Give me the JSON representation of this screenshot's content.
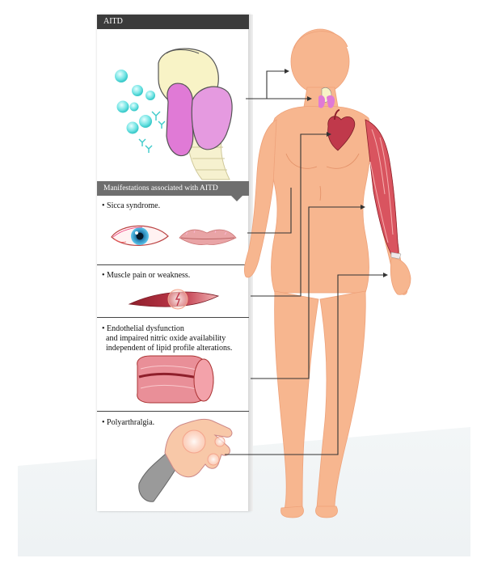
{
  "panel": {
    "header": "AITD",
    "subheader": "Manifestations associated with AITD",
    "sections": [
      {
        "text": "• Sicca syndrome."
      },
      {
        "text": "• Muscle pain or weakness."
      },
      {
        "line1": "• Endothelial dysfunction",
        "line2": "and impaired nitric oxide availability",
        "line3": "independent of lipid profile alterations."
      },
      {
        "text": "• Polyarthralgia."
      }
    ]
  },
  "colors": {
    "skin": "#f7b68f",
    "thyroid_pink": "#e07ad6",
    "muscle_red": "#c0394b",
    "cell_cyan": "#6fe3e3",
    "header_dark": "#3b3b3b",
    "subheader_gray": "#6e6e6e"
  }
}
